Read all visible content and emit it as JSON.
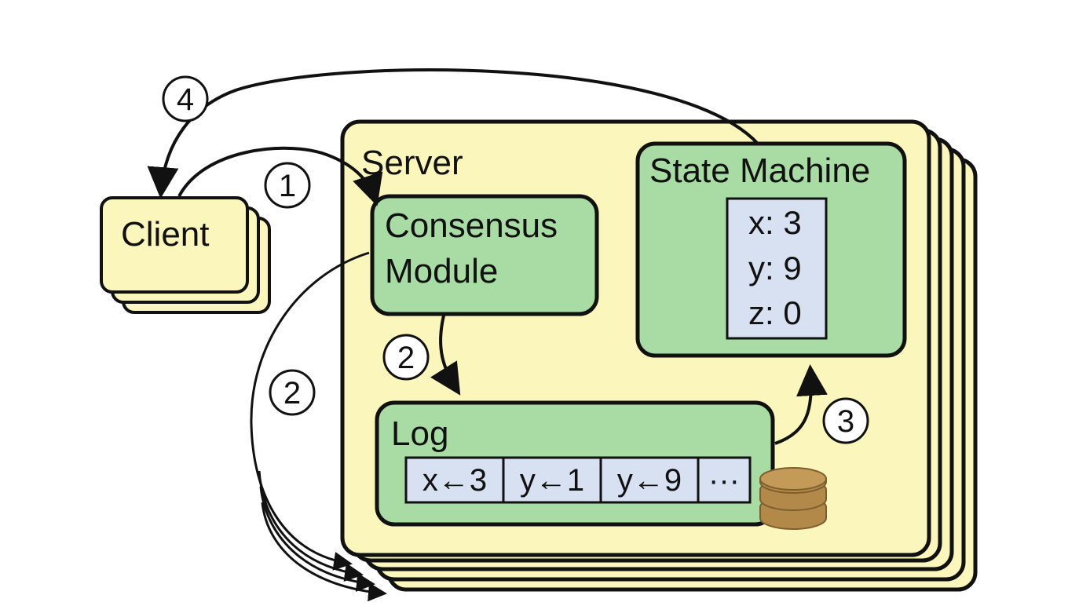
{
  "client": {
    "label": "Client"
  },
  "server": {
    "label": "Server"
  },
  "consensus_module": {
    "line1": "Consensus",
    "line2": "Module"
  },
  "state_machine": {
    "label": "State Machine",
    "vars": [
      "x: 3",
      "y: 9",
      "z: 0"
    ]
  },
  "log": {
    "label": "Log",
    "entries": [
      "x←3",
      "y←1",
      "y←9",
      "···"
    ]
  },
  "steps": {
    "one": "1",
    "two": "2",
    "three": "3",
    "four": "4"
  },
  "colors": {
    "yellow": "#FBF6BC",
    "green": "#A8DCA4",
    "blue": "#D7E1F2",
    "disk": "#B3894A",
    "stroke": "#111111"
  }
}
